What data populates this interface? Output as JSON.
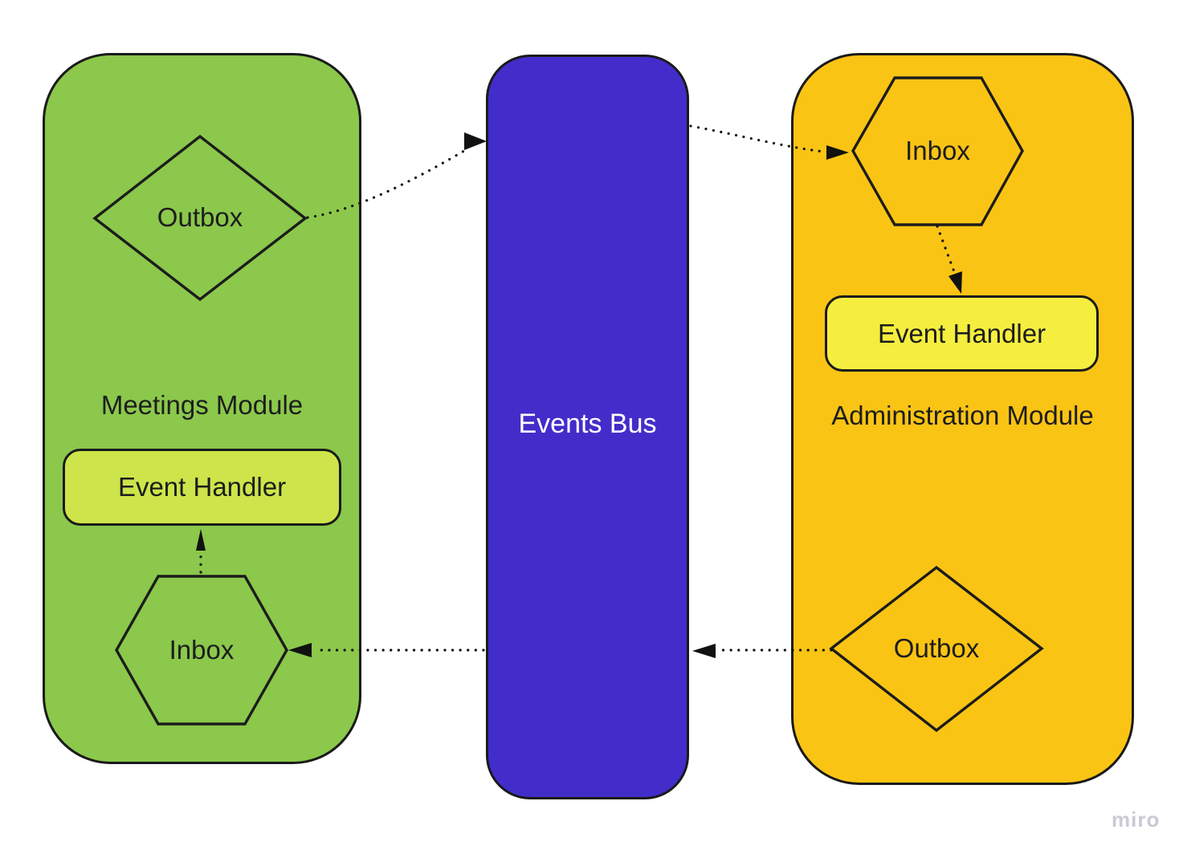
{
  "colors": {
    "background": "#FFFFFF",
    "module_green": "#8BC84B",
    "module_amber": "#FAC414",
    "bus_blue": "#422DCB",
    "handler_lime": "#CDE54A",
    "handler_yellow": "#F5EE3F",
    "stroke": "#1A1A1A",
    "watermark": "#C9CAD5"
  },
  "meetings_module": {
    "title": "Meetings Module",
    "outbox": "Outbox",
    "event_handler": "Event Handler",
    "inbox": "Inbox"
  },
  "events_bus": {
    "label": "Events Bus"
  },
  "administration_module": {
    "title": "Administration Module",
    "inbox": "Inbox",
    "event_handler": "Event Handler",
    "outbox": "Outbox"
  },
  "watermark": {
    "label": "miro"
  }
}
